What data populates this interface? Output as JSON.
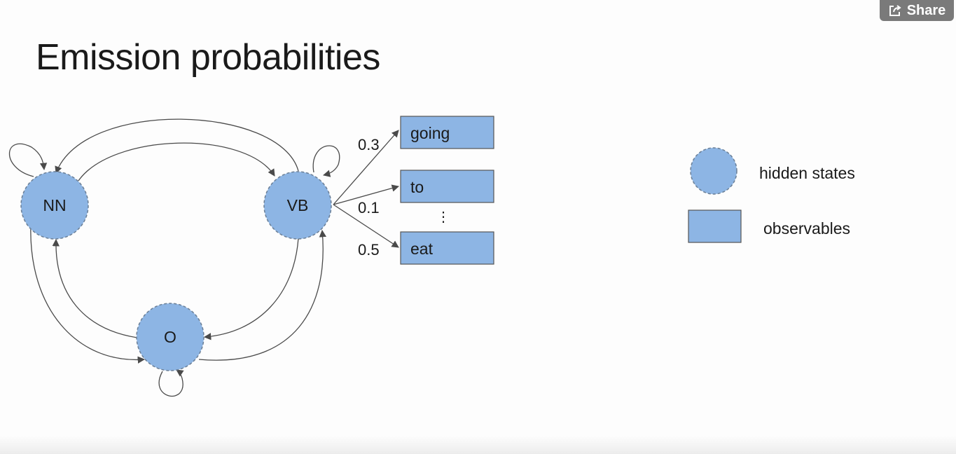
{
  "slide": {
    "title": "Emission probabilities"
  },
  "share": {
    "label": "Share",
    "icon": "share-icon"
  },
  "diagram": {
    "states": [
      "NN",
      "VB",
      "O"
    ],
    "observables": [
      "going",
      "to",
      "eat"
    ],
    "ellipsis": "⋮",
    "emissions": [
      {
        "from": "VB",
        "to": "going",
        "prob": "0.3"
      },
      {
        "from": "VB",
        "to": "to",
        "prob": "0.1"
      },
      {
        "from": "VB",
        "to": "eat",
        "prob": "0.5"
      }
    ]
  },
  "legend": {
    "hidden_states": "hidden states",
    "observables": "observables"
  },
  "colors": {
    "node_fill": "#8db5e4",
    "node_stroke": "#6b7f96",
    "arrow": "#4a4a4a",
    "share_bg": "#7a7a7a"
  }
}
